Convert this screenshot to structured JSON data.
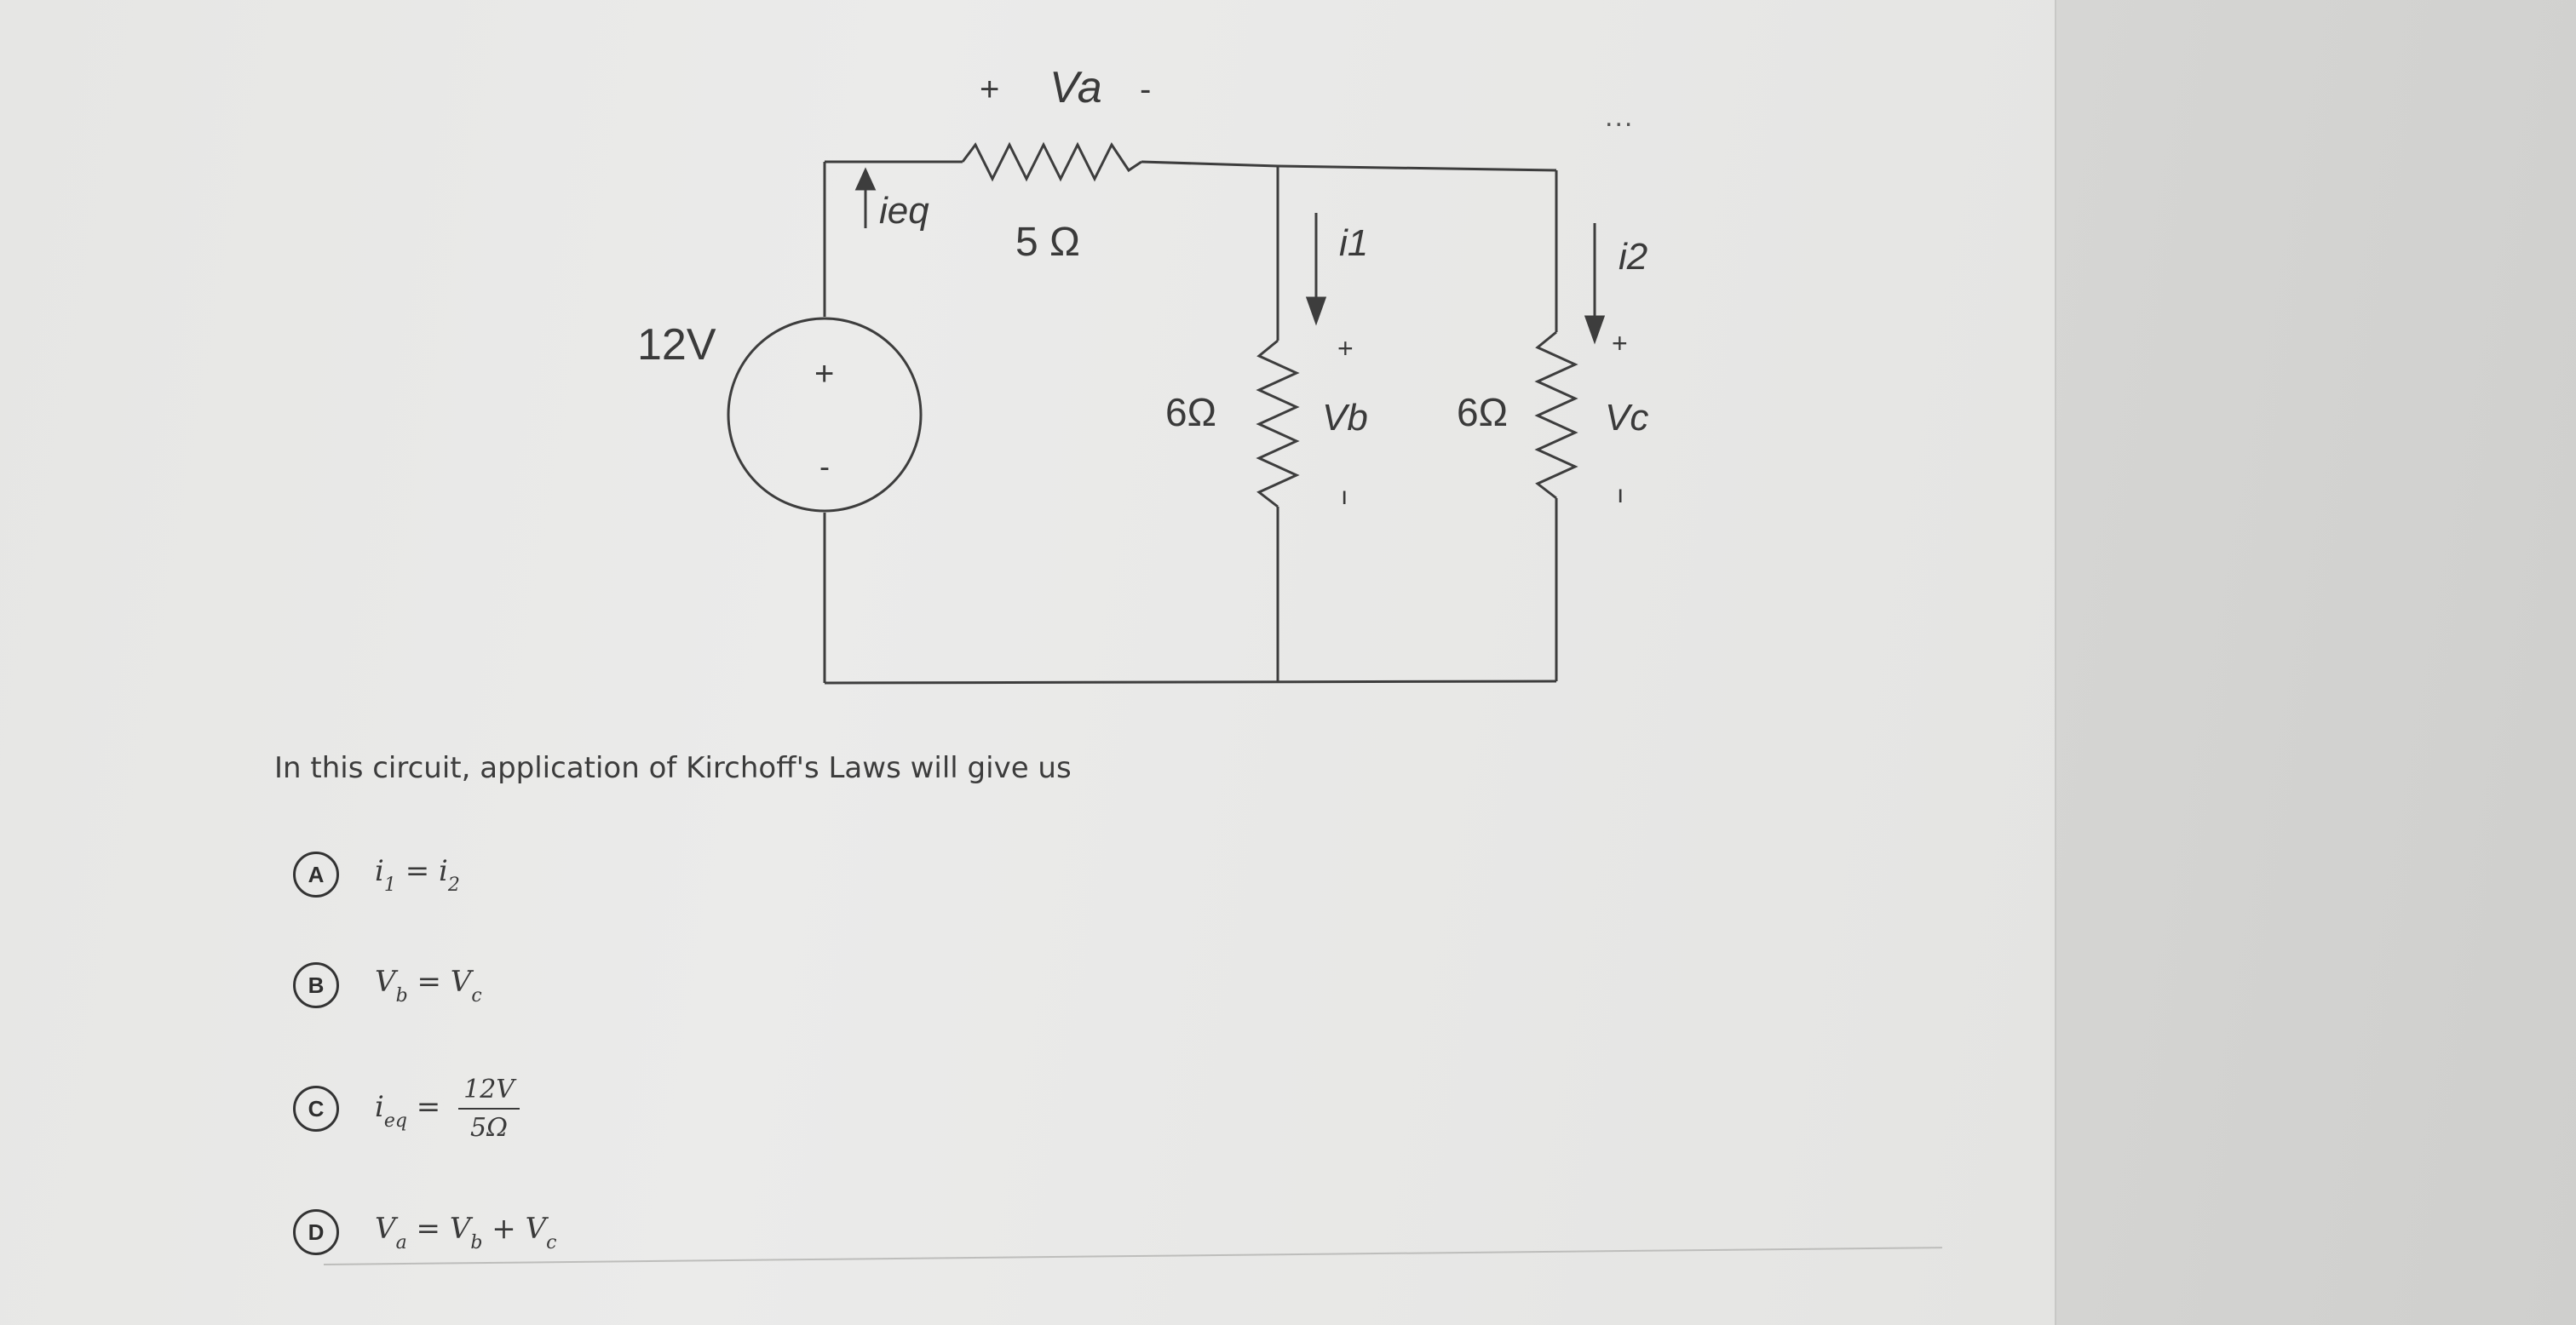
{
  "diagram": {
    "source_label": "12V",
    "source_plus": "+",
    "source_minus": "-",
    "current_eq_label": "ieq",
    "r_series": {
      "value": "5 Ω",
      "voltage_label": "Va",
      "plus": "+",
      "minus": "-"
    },
    "r_branch1": {
      "value": "6Ω",
      "current_label": "i1",
      "voltage_label": "Vb",
      "plus": "+",
      "minus": "ı"
    },
    "r_branch2": {
      "value": "6Ω",
      "current_label": "i2",
      "voltage_label": "Vc",
      "plus": "+",
      "minus": "ı"
    }
  },
  "menu": {
    "more": "..."
  },
  "question": {
    "text": "In this circuit, application of Kirchoff's Laws will give us"
  },
  "options": [
    {
      "letter": "A",
      "math": {
        "left": "i",
        "left_sub": "1",
        "op": "=",
        "right": "i",
        "right_sub": "2"
      }
    },
    {
      "letter": "B",
      "math": {
        "left": "V",
        "left_sub": "b",
        "op": "=",
        "right": "V",
        "right_sub": "c"
      }
    },
    {
      "letter": "C",
      "math": {
        "left": "i",
        "left_sub": "eq",
        "op": "=",
        "num": "12V",
        "den": "5Ω"
      }
    },
    {
      "letter": "D",
      "math": {
        "left": "V",
        "left_sub": "a",
        "op": "=",
        "m1": "V",
        "m1_sub": "b",
        "op2": "+",
        "m2": "V",
        "m2_sub": "c"
      }
    }
  ]
}
